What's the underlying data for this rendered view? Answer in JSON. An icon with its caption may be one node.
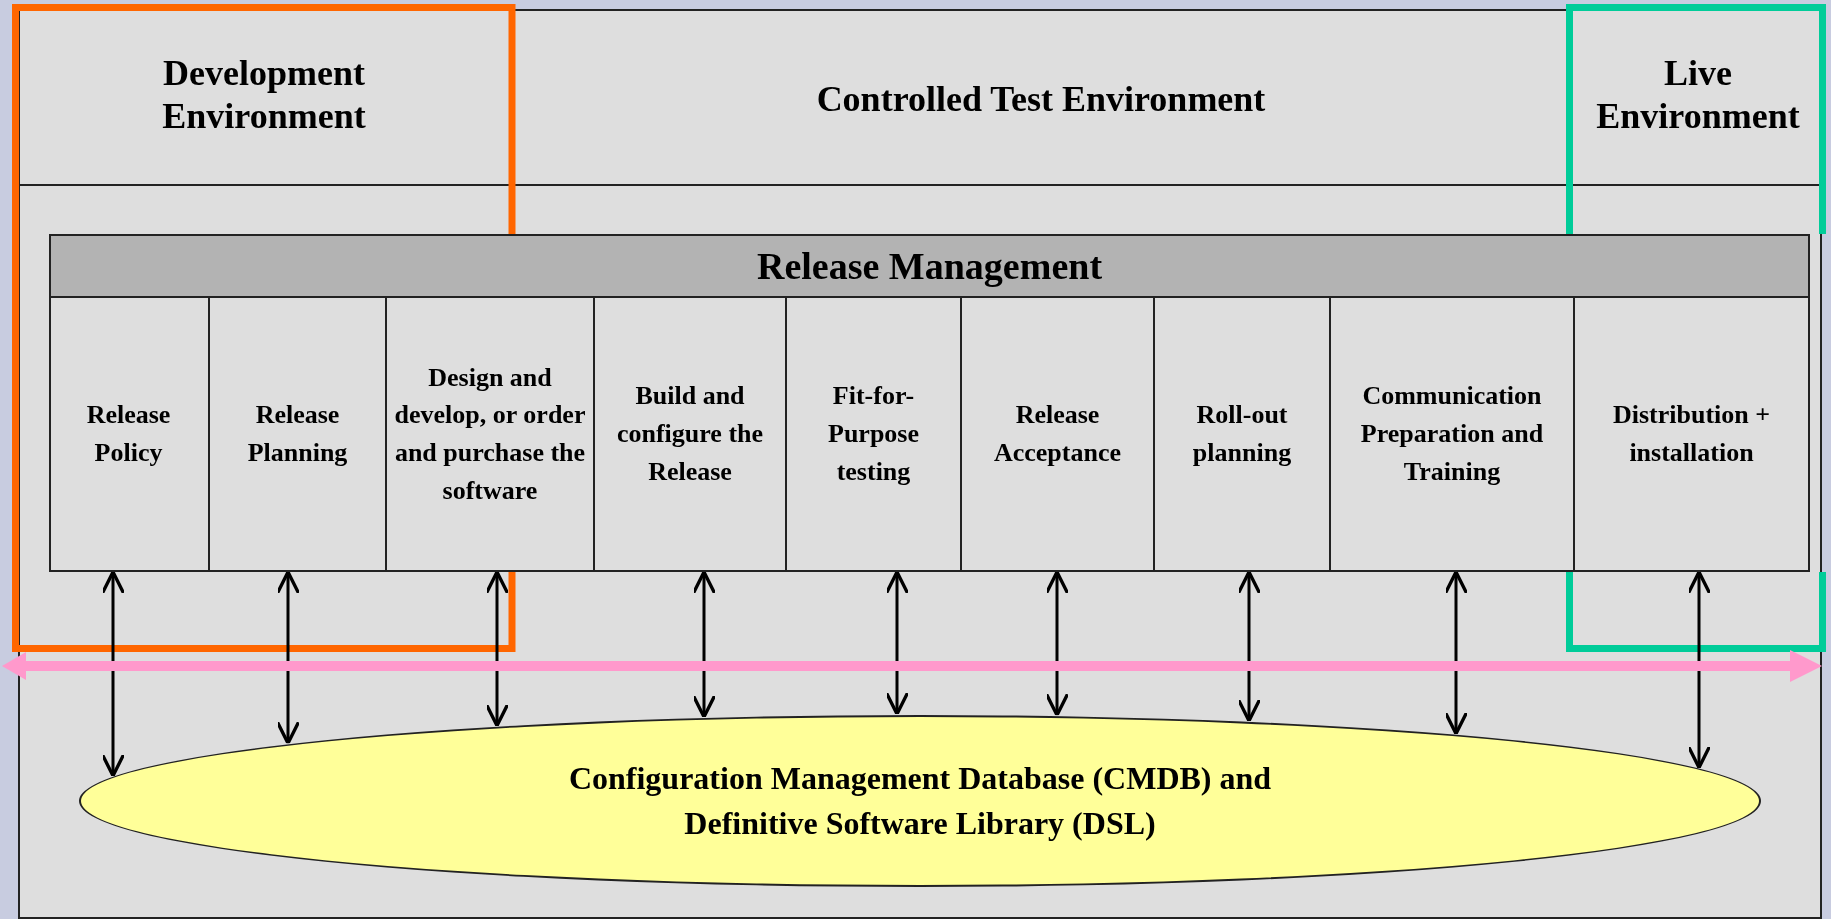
{
  "diagram": {
    "nodes": [
      {
        "text": [
          "Development Environment"
        ]
      },
      {
        "text": [
          "Controlled Test Environment"
        ]
      },
      {
        "text": [
          "Live Environment"
        ]
      },
      {
        "text": [
          "Release Management"
        ]
      },
      {
        "text": [
          "Release Policy"
        ],
        "in": 3
      },
      {
        "text": [
          "Release Planning"
        ],
        "in": 3
      },
      {
        "text": [
          "Design and develop, or order and purchase the software"
        ],
        "in": 3
      },
      {
        "text": [
          "Build and configure the Release"
        ],
        "in": 3
      },
      {
        "text": [
          "Fit-for-Purpose testing"
        ],
        "in": 3
      },
      {
        "text": [
          "Release Acceptance"
        ],
        "in": 3
      },
      {
        "text": [
          "Roll-out planning"
        ],
        "in": 3
      },
      {
        "text": [
          "Communication Preparation and Training"
        ],
        "in": 3
      },
      {
        "text": [
          "Distribution + installation"
        ],
        "in": 3
      },
      {
        "text": [
          "Configuration Management Database (CMDB) and Definitive Software Library (DSL)"
        ]
      }
    ],
    "edges": [
      {
        "from": 4,
        "to": 13,
        "arrow": "both"
      },
      {
        "from": 5,
        "to": 13,
        "arrow": "both"
      },
      {
        "from": 6,
        "to": 13,
        "arrow": "both"
      },
      {
        "from": 7,
        "to": 13,
        "arrow": "both"
      },
      {
        "from": 8,
        "to": 13,
        "arrow": "both"
      },
      {
        "from": 9,
        "to": 13,
        "arrow": "both"
      },
      {
        "from": 10,
        "to": 13,
        "arrow": "both"
      },
      {
        "from": 11,
        "to": 13,
        "arrow": "both"
      },
      {
        "from": 12,
        "to": 13,
        "arrow": "both"
      }
    ]
  }
}
